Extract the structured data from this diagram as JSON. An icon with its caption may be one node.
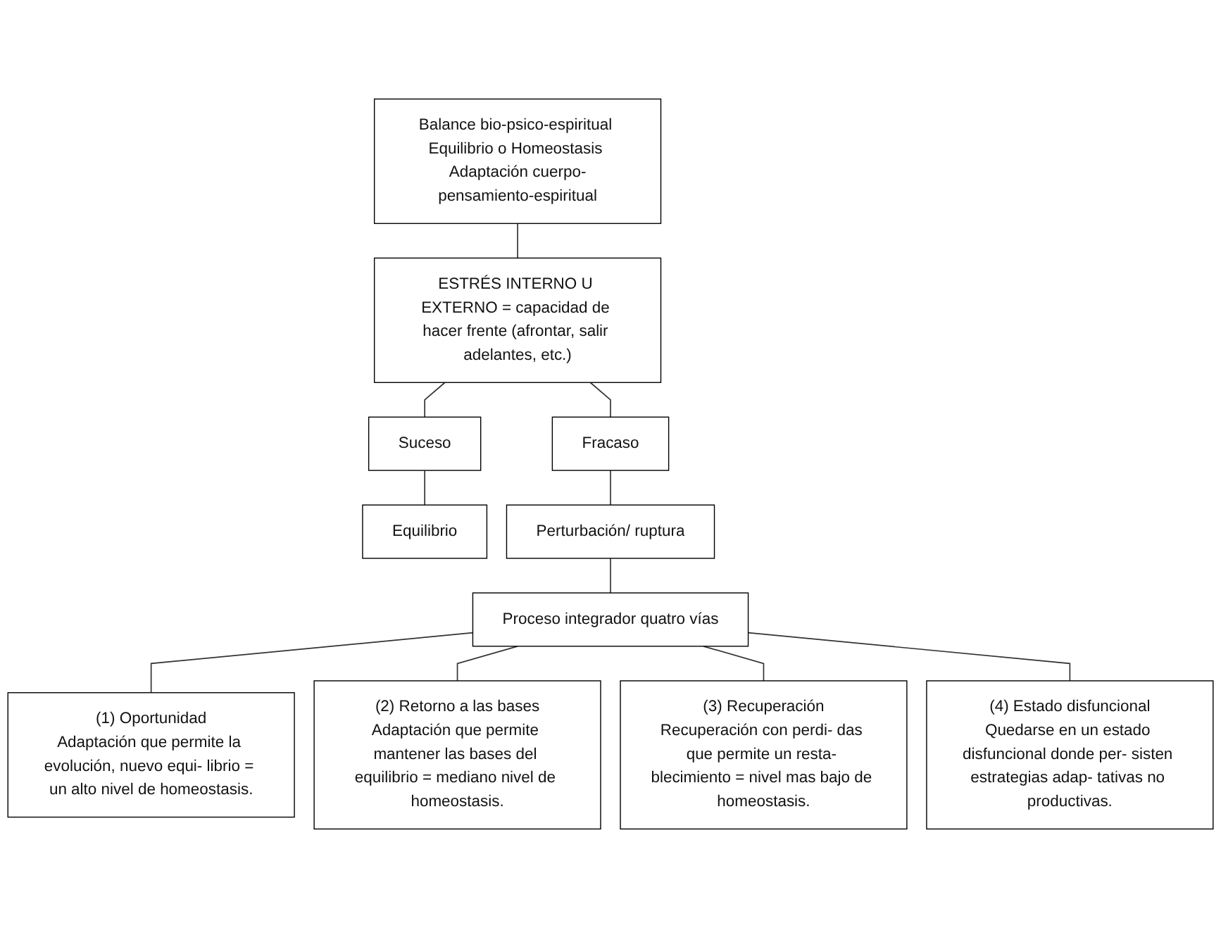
{
  "diagram": {
    "nodes": [
      {
        "text": [
          "Balance bio-psico-espiritual Equilibrio o Homeostasis Adaptación cuerpo-pensamiento-espiritual"
        ]
      },
      {
        "text": [
          "ESTRÉS INTERNO U EXTERNO = capacidad de hacer frente (afrontar, salir adelantes, etc.)"
        ]
      },
      {
        "text": [
          "Suceso"
        ]
      },
      {
        "text": [
          "Fracaso"
        ]
      },
      {
        "text": [
          "Equilibrio"
        ]
      },
      {
        "text": [
          "Perturbación/ ruptura"
        ]
      },
      {
        "text": [
          "Proceso integrador quatro vías"
        ]
      },
      {
        "text": [
          "(1) Oportunidad",
          "Adaptación que permite la evolución, nuevo equi- librio = un alto nivel de homeostasis."
        ]
      },
      {
        "text": [
          "(2) Retorno a las bases",
          "Adaptación que permite mantener las bases del equilibrio = mediano nivel de homeostasis."
        ]
      },
      {
        "text": [
          "(3) Recuperación",
          "Recuperación con perdi- das que permite un resta- blecimiento = nivel mas bajo de homeostasis."
        ]
      },
      {
        "text": [
          "(4) Estado disfuncional",
          "Quedarse en un estado disfuncional donde per- sisten estrategias adap- tativas no productivas."
        ]
      }
    ],
    "edges": [
      {
        "from": 0,
        "to": 1,
        "arrow": "none"
      },
      {
        "from": 1,
        "to": 2,
        "arrow": "none"
      },
      {
        "from": 1,
        "to": 3,
        "arrow": "none"
      },
      {
        "from": 2,
        "to": 4,
        "arrow": "none"
      },
      {
        "from": 3,
        "to": 5,
        "arrow": "none"
      },
      {
        "from": 5,
        "to": 6,
        "arrow": "none"
      },
      {
        "from": 6,
        "to": 7,
        "arrow": "none"
      },
      {
        "from": 6,
        "to": 8,
        "arrow": "none"
      },
      {
        "from": 6,
        "to": 9,
        "arrow": "none"
      },
      {
        "from": 6,
        "to": 10,
        "arrow": "none"
      }
    ]
  }
}
